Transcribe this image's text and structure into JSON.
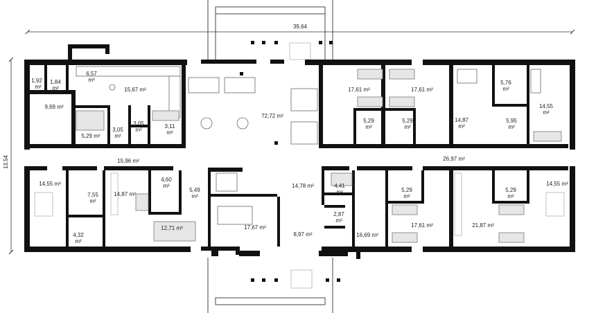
{
  "plan": {
    "overall_width": "39,64",
    "overall_depth": "13,54",
    "rooms": {
      "wc_a": {
        "area": "1,92",
        "unit": "m²"
      },
      "wc_b": {
        "area": "1,84",
        "unit": "m²"
      },
      "entry_ne": {
        "area": "6,57",
        "unit": "m²"
      },
      "kitchen": {
        "area": "15,67 m²"
      },
      "laundry": {
        "area": "9,69 m²"
      },
      "bath_a": {
        "area": "5,29 m²"
      },
      "store_a": {
        "area": "3,05",
        "unit": "m²"
      },
      "store_b": {
        "area": "3,05",
        "unit": "m²"
      },
      "store_c": {
        "area": "3,11",
        "unit": "m²"
      },
      "dining": {
        "area": "72,72 m²"
      },
      "room_n1": {
        "area": "17,61 m²"
      },
      "room_n2": {
        "area": "17,61 m²"
      },
      "bath_n1": {
        "area": "5,29",
        "unit": "m²"
      },
      "bath_n2": {
        "area": "5,29",
        "unit": "m²"
      },
      "room_n3": {
        "area": "14,87",
        "unit": "m²"
      },
      "bath_n3": {
        "area": "5,76",
        "unit": "m²"
      },
      "bath_n4": {
        "area": "5,95",
        "unit": "m²"
      },
      "room_n4": {
        "area": "14,55",
        "unit": "m²"
      },
      "corridor_w": {
        "area": "15,96 m²"
      },
      "corridor_e": {
        "area": "26,97 m²"
      },
      "stair_w": {
        "area": "14,55 m²"
      },
      "stair_e": {
        "area": "14,55 m²"
      },
      "utility_sw": {
        "area": "7,55",
        "unit": "m²"
      },
      "wc_sw": {
        "area": "4,32",
        "unit": "m²"
      },
      "office_a": {
        "area": "14,87 m²"
      },
      "wc_c": {
        "area": "4,60",
        "unit": "m²"
      },
      "closet": {
        "area": "5,49",
        "unit": "m²"
      },
      "office_b": {
        "area": "12,71 m²"
      },
      "office_c": {
        "area": "17,67 m²"
      },
      "hall": {
        "area": "14,78 m²"
      },
      "vestibule": {
        "area": "8,97 m²"
      },
      "wc_d": {
        "area": "4,41",
        "unit": "m²"
      },
      "wc_e": {
        "area": "2,87",
        "unit": "m²"
      },
      "room_s1": {
        "area": "16,69 m²"
      },
      "bath_s1": {
        "area": "5,29",
        "unit": "m²"
      },
      "room_s2": {
        "area": "17,61 m²"
      },
      "room_s3": {
        "area": "21,87 m²"
      },
      "bath_s2": {
        "area": "5,29",
        "unit": "m²"
      }
    }
  }
}
